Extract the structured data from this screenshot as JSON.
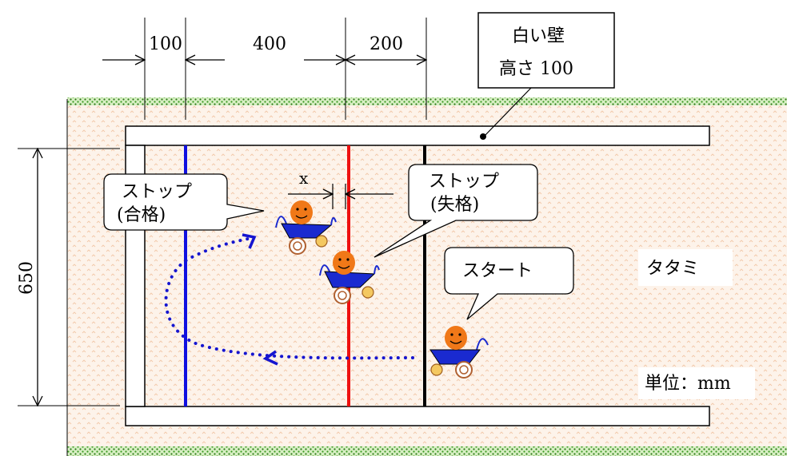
{
  "dimensions": {
    "left_gap": "100",
    "mid_gap": "400",
    "right_gap": "200",
    "height": "650",
    "x_label": "x"
  },
  "wall": {
    "title": "白い壁",
    "height_label": "高さ 100"
  },
  "callouts": {
    "stop_pass_line1": "ストップ",
    "stop_pass_line2": "(合格)",
    "stop_fail_line1": "ストップ",
    "stop_fail_line2": "(失格)",
    "start": "スタート"
  },
  "floor_label": "タタミ",
  "unit_label": "単位：mm",
  "colors": {
    "pass_line": "#1010e0",
    "fail_line": "#ee1010",
    "start_line": "#000000",
    "grass": "#3a9a22",
    "tatami": "#fdf1e6",
    "robot_face": "#f07818",
    "robot_body": "#1a2ad0",
    "path": "#1515d0"
  }
}
